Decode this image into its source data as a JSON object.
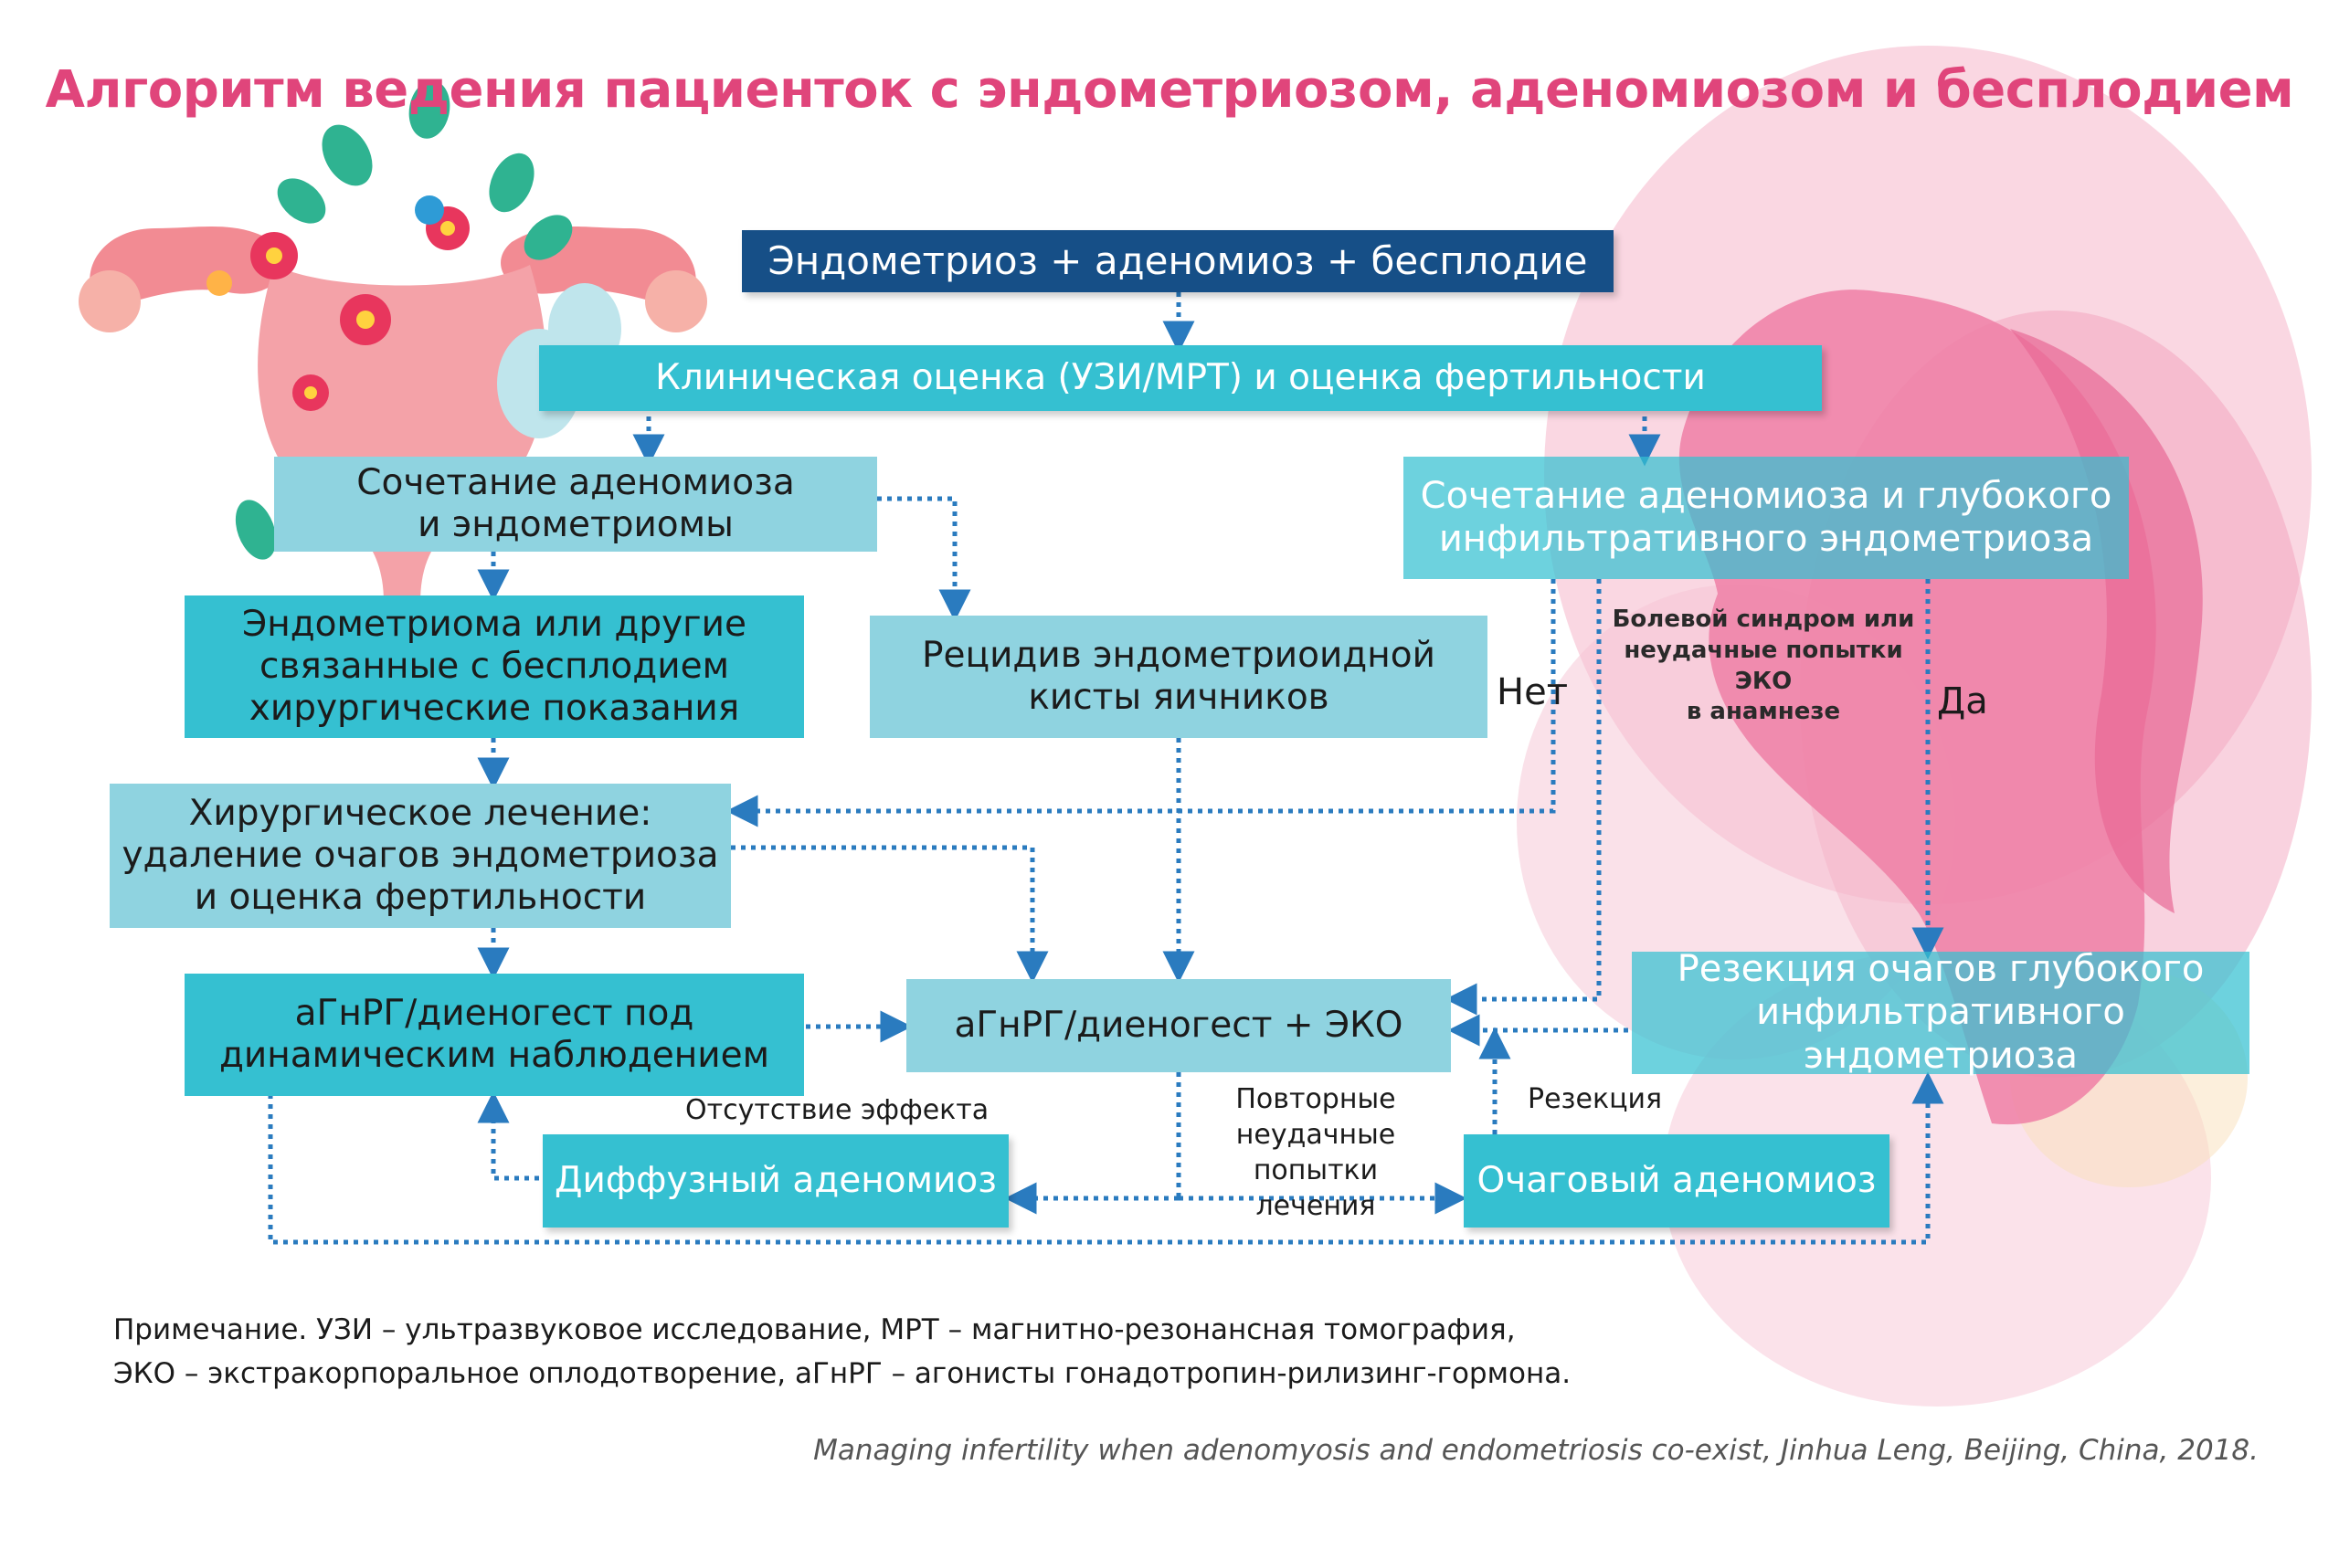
{
  "title": "Алгоритм ведения пациенток с эндометриозом, аденомиозом и бесплодием",
  "nodes": {
    "n1": "Эндометриоз + аденомиоз + бесплодие",
    "n2": "Клиническая оценка (УЗИ/МРТ) и оценка фертильности",
    "n3": [
      "Сочетание аденомиоза",
      "и эндометриомы"
    ],
    "n4": [
      "Сочетание аденомиоза и глубокого",
      "инфильтративного эндометриоза"
    ],
    "n5": [
      "Эндометриома или другие",
      "связанные с бесплодием",
      "хирургические показания"
    ],
    "n6": [
      "Рецидив эндометриоидной",
      "кисты яичников"
    ],
    "n7": [
      "Хирургическое лечение:",
      "удаление очагов эндометриоза",
      "и оценка фертильности"
    ],
    "n8": [
      "аГнРГ/диеногест под",
      "динамическим наблюдением"
    ],
    "n9": "аГнРГ/диеногест + ЭКО",
    "n10": [
      "Резекция очагов глубокого",
      "инфильтративного эндометриоза"
    ],
    "n11": "Диффузный аденомиоз",
    "n12": "Очаговый аденомиоз"
  },
  "labels": {
    "no": "Нет",
    "yes": "Да",
    "pain": [
      "Болевой синдром или",
      "неудачные попытки ЭКО",
      "в анамнезе"
    ],
    "no_effect": "Отсутствие эффекта",
    "repeat": [
      "Повторные",
      "неудачные попытки",
      "лечения"
    ],
    "resection": "Резекция"
  },
  "note": [
    "Примечание. УЗИ – ультразвуковое исследование, МРТ – магнитно-резонансная томография,",
    "ЭКО – экстракорпоральное оплодотворение, аГнРГ – агонисты гонадотропин-рилизинг-гормона."
  ],
  "source": "Managing infertility when adenomyosis and endometriosis co-exist, Jinhua Leng, Beijing, China, 2018.",
  "colors": {
    "title": "#e0457b",
    "dark_box": "#164f87",
    "light_box": "#8fd3e0",
    "cyan_box": "#35c0d1",
    "arrow": "#2a7bbf",
    "pink_bg": "#f2a6bf"
  }
}
